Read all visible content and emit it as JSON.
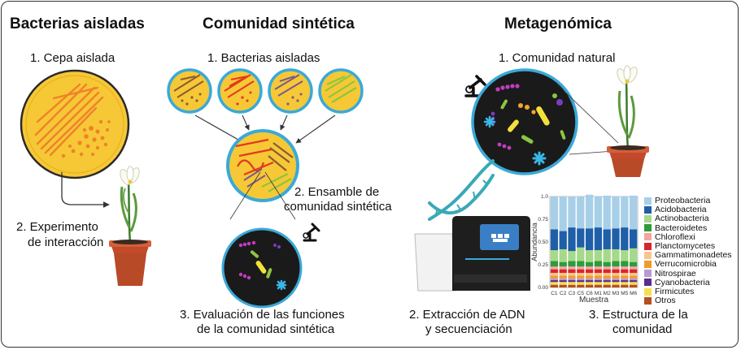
{
  "panels": {
    "left": {
      "title": "Bacterias aisladas",
      "step1": "1. Cepa aislada",
      "step2_line1": "2. Experimento",
      "step2_line2": "de interacción"
    },
    "middle": {
      "title": "Comunidad sintética",
      "step1": "1. Bacterias aisladas",
      "step2_line1": "2. Ensamble de",
      "step2_line2": "comunidad sintética",
      "step3_line1": "3. Evaluación de las funciones",
      "step3_line2": "de la comunidad sintética"
    },
    "right": {
      "title": "Metagenómica",
      "step1": "1. Comunidad natural",
      "step2_line1": "2. Extracción de ADN",
      "step2_line2": "y secuenciación",
      "step3_line1": "3. Estructura de la",
      "step3_line2": "comunidad"
    }
  },
  "chart_data": {
    "type": "bar",
    "stacked": true,
    "xlabel": "Muestra",
    "ylabel": "Abundancia",
    "yticks": [
      "0.00",
      "0.25",
      "0.50",
      "0.75",
      "1.0"
    ],
    "ylim": [
      0,
      1
    ],
    "categories": [
      "C1",
      "C2",
      "C3",
      "C5",
      "C6",
      "M1",
      "M2",
      "M3",
      "M5",
      "M6"
    ],
    "legend_position": "right",
    "series": [
      {
        "name": "Otros",
        "color": "#b5501f",
        "values": [
          0.03,
          0.03,
          0.03,
          0.03,
          0.03,
          0.03,
          0.03,
          0.03,
          0.03,
          0.03
        ]
      },
      {
        "name": "Firmicutes",
        "color": "#f4e04a",
        "values": [
          0.03,
          0.03,
          0.03,
          0.03,
          0.03,
          0.03,
          0.03,
          0.03,
          0.03,
          0.03
        ]
      },
      {
        "name": "Cyanobacteria",
        "color": "#5b2c8a",
        "values": [
          0.02,
          0.02,
          0.02,
          0.02,
          0.02,
          0.02,
          0.02,
          0.02,
          0.02,
          0.02
        ]
      },
      {
        "name": "Nitrospirae",
        "color": "#b79bd0",
        "values": [
          0.02,
          0.02,
          0.02,
          0.02,
          0.02,
          0.02,
          0.02,
          0.02,
          0.02,
          0.02
        ]
      },
      {
        "name": "Verrucomicrobia",
        "color": "#f39a2a",
        "values": [
          0.03,
          0.03,
          0.03,
          0.03,
          0.03,
          0.03,
          0.03,
          0.03,
          0.03,
          0.03
        ]
      },
      {
        "name": "Gammatimonadetes",
        "color": "#f9c58d",
        "values": [
          0.03,
          0.03,
          0.03,
          0.03,
          0.03,
          0.03,
          0.03,
          0.03,
          0.03,
          0.03
        ]
      },
      {
        "name": "Planctomycetes",
        "color": "#d7262b",
        "values": [
          0.04,
          0.04,
          0.04,
          0.04,
          0.04,
          0.04,
          0.04,
          0.04,
          0.04,
          0.04
        ]
      },
      {
        "name": "Chloroflexi",
        "color": "#f3a6a2",
        "values": [
          0.03,
          0.03,
          0.03,
          0.03,
          0.03,
          0.03,
          0.03,
          0.03,
          0.03,
          0.03
        ]
      },
      {
        "name": "Bacteroidetes",
        "color": "#2f9b3a",
        "values": [
          0.06,
          0.05,
          0.06,
          0.06,
          0.05,
          0.06,
          0.05,
          0.06,
          0.06,
          0.05
        ]
      },
      {
        "name": "Actinobacteria",
        "color": "#a6d98a",
        "values": [
          0.12,
          0.14,
          0.11,
          0.15,
          0.13,
          0.12,
          0.14,
          0.13,
          0.12,
          0.15
        ]
      },
      {
        "name": "Acidobacteria",
        "color": "#1f5fa8",
        "values": [
          0.23,
          0.2,
          0.26,
          0.21,
          0.24,
          0.25,
          0.22,
          0.23,
          0.25,
          0.21
        ]
      },
      {
        "name": "Proteobacteria",
        "color": "#a7cfe8",
        "values": [
          0.36,
          0.38,
          0.34,
          0.35,
          0.37,
          0.34,
          0.37,
          0.35,
          0.34,
          0.37
        ]
      }
    ],
    "legend": [
      {
        "name": "Proteobacteria",
        "color": "#a7cfe8"
      },
      {
        "name": "Acidobacteria",
        "color": "#1f5fa8"
      },
      {
        "name": "Actinobacteria",
        "color": "#a6d98a"
      },
      {
        "name": "Bacteroidetes",
        "color": "#2f9b3a"
      },
      {
        "name": "Chloroflexi",
        "color": "#f3a6a2"
      },
      {
        "name": "Planctomycetes",
        "color": "#d7262b"
      },
      {
        "name": "Gammatimonadetes",
        "color": "#f9c58d"
      },
      {
        "name": "Verrucomicrobia",
        "color": "#f39a2a"
      },
      {
        "name": "Nitrospirae",
        "color": "#b79bd0"
      },
      {
        "name": "Cyanobacteria",
        "color": "#5b2c8a"
      },
      {
        "name": "Firmicutes",
        "color": "#f4e04a"
      },
      {
        "name": "Otros",
        "color": "#b5501f"
      }
    ]
  }
}
